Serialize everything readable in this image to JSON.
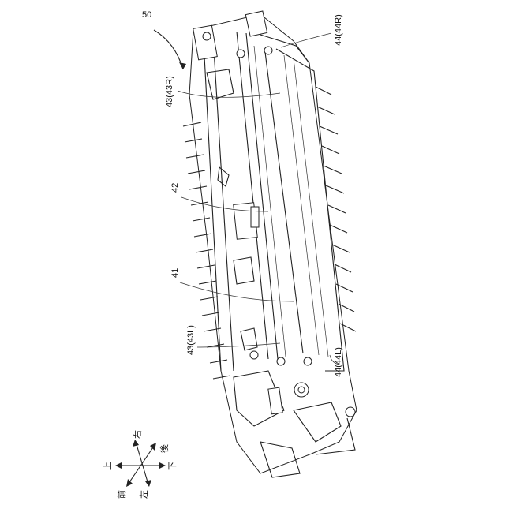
{
  "figure": {
    "assembly_number": "50",
    "labels": {
      "l43R": "43(43R)",
      "l44R": "44(44R)",
      "l42": "42",
      "l41": "41",
      "l43L": "43(43L)",
      "l44L": "44(44L)"
    },
    "directions": {
      "up": "上",
      "down": "下",
      "front": "前",
      "rear": "後",
      "left": "左",
      "right": "右"
    }
  }
}
